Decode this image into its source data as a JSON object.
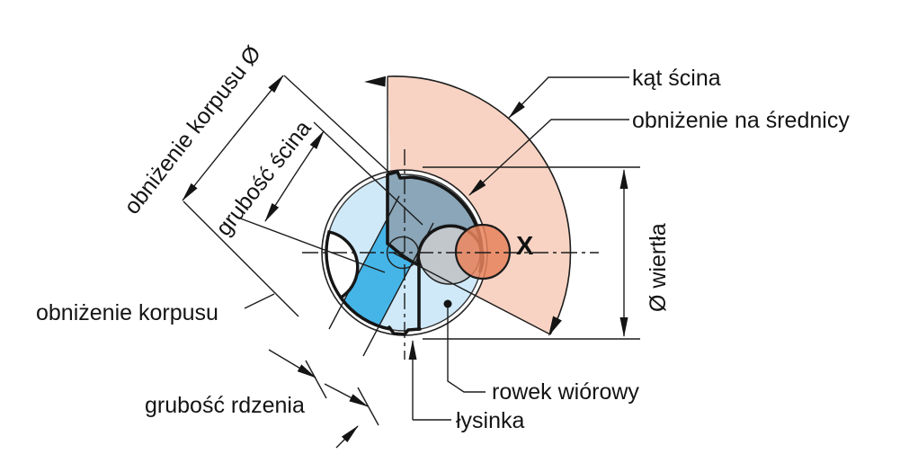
{
  "figure": {
    "marker_x": "X",
    "labels": {
      "body_clearance_diameter": "obniżenie korpusu Ø",
      "chisel_edge_thickness": "grubość ścina",
      "chisel_edge_angle": "kąt ścina",
      "diameter_clearance": "obniżenie na średnicy",
      "drill_diameter": "Ø wiertła",
      "body_clearance": "obniżenie korpusu",
      "core_thickness": "grubość rdzenia",
      "chip_flute": "rowek wiórowy",
      "margin_land": "łysinka"
    },
    "colors": {
      "background": "#ffffff",
      "sector_pink": "#f8d3c3",
      "flute_pale_blue": "#cfe9f8",
      "core_bright_blue": "#45b5e8",
      "land_slate_blue": "#8aa6b8",
      "grind_gray": "#c2c7cc",
      "point_orange": "#e8825c",
      "line_black": "#1c1c1c"
    }
  }
}
